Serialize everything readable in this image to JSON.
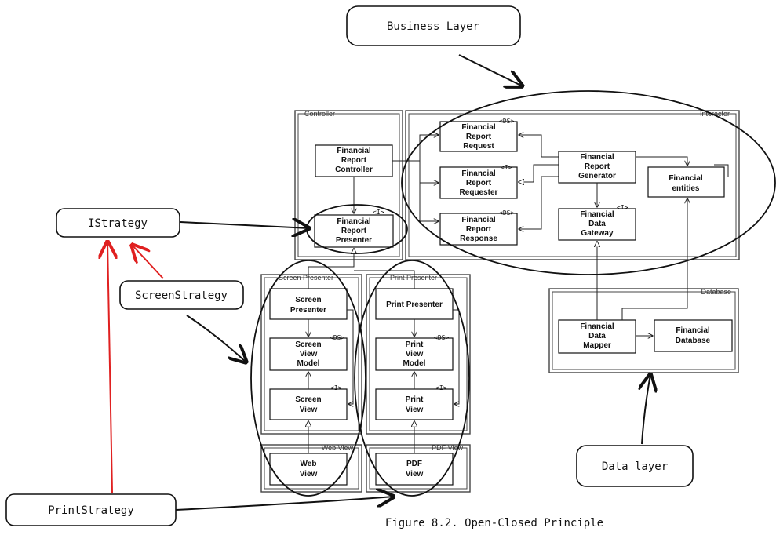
{
  "frames": {
    "controller": "Controller",
    "interactor": "Interactor",
    "screen_presenter": "Screen Presenter",
    "print_presenter": "Print Presenter",
    "database": "Database",
    "web_view": "Web View",
    "pdf_view": "PDF View"
  },
  "boxes": {
    "fin_report_controller": [
      "Financial",
      "Report",
      "Controller"
    ],
    "fin_report_presenter": [
      "Financial",
      "Report",
      "Presenter"
    ],
    "fin_report_request": [
      "Financial",
      "Report",
      "Request"
    ],
    "fin_report_requester": [
      "Financial",
      "Report",
      "Requester"
    ],
    "fin_report_response": [
      "Financial",
      "Report",
      "Response"
    ],
    "fin_report_generator": [
      "Financial",
      "Report",
      "Generator"
    ],
    "fin_data_gateway": [
      "Financial",
      "Data",
      "Gateway"
    ],
    "fin_entities": [
      "Financial",
      "entities"
    ],
    "screen_presenter": [
      "Screen",
      "Presenter"
    ],
    "screen_view_model": [
      "Screen",
      "View",
      "Model"
    ],
    "screen_view": [
      "Screen",
      "View"
    ],
    "print_presenter": [
      "Print Presenter"
    ],
    "print_view_model": [
      "Print",
      "View",
      "Model"
    ],
    "print_view": [
      "Print",
      "View"
    ],
    "web_view": [
      "Web",
      "View"
    ],
    "pdf_view": [
      "PDF",
      "View"
    ],
    "fin_data_mapper": [
      "Financial",
      "Data",
      "Mapper"
    ],
    "fin_database": [
      "Financial",
      "Database"
    ]
  },
  "stereotypes": {
    "ds": "<DS>",
    "i": "<I>"
  },
  "annotations": {
    "business_layer": "Business Layer",
    "istrategy": "IStrategy",
    "screen_strategy": "ScreenStrategy",
    "print_strategy": "PrintStrategy",
    "data_layer": "Data layer"
  },
  "caption": "Figure 8.2. Open-Closed Principle",
  "colors": {
    "annotation_arrow": "#111111",
    "inheritance_arrow": "#e02020"
  }
}
